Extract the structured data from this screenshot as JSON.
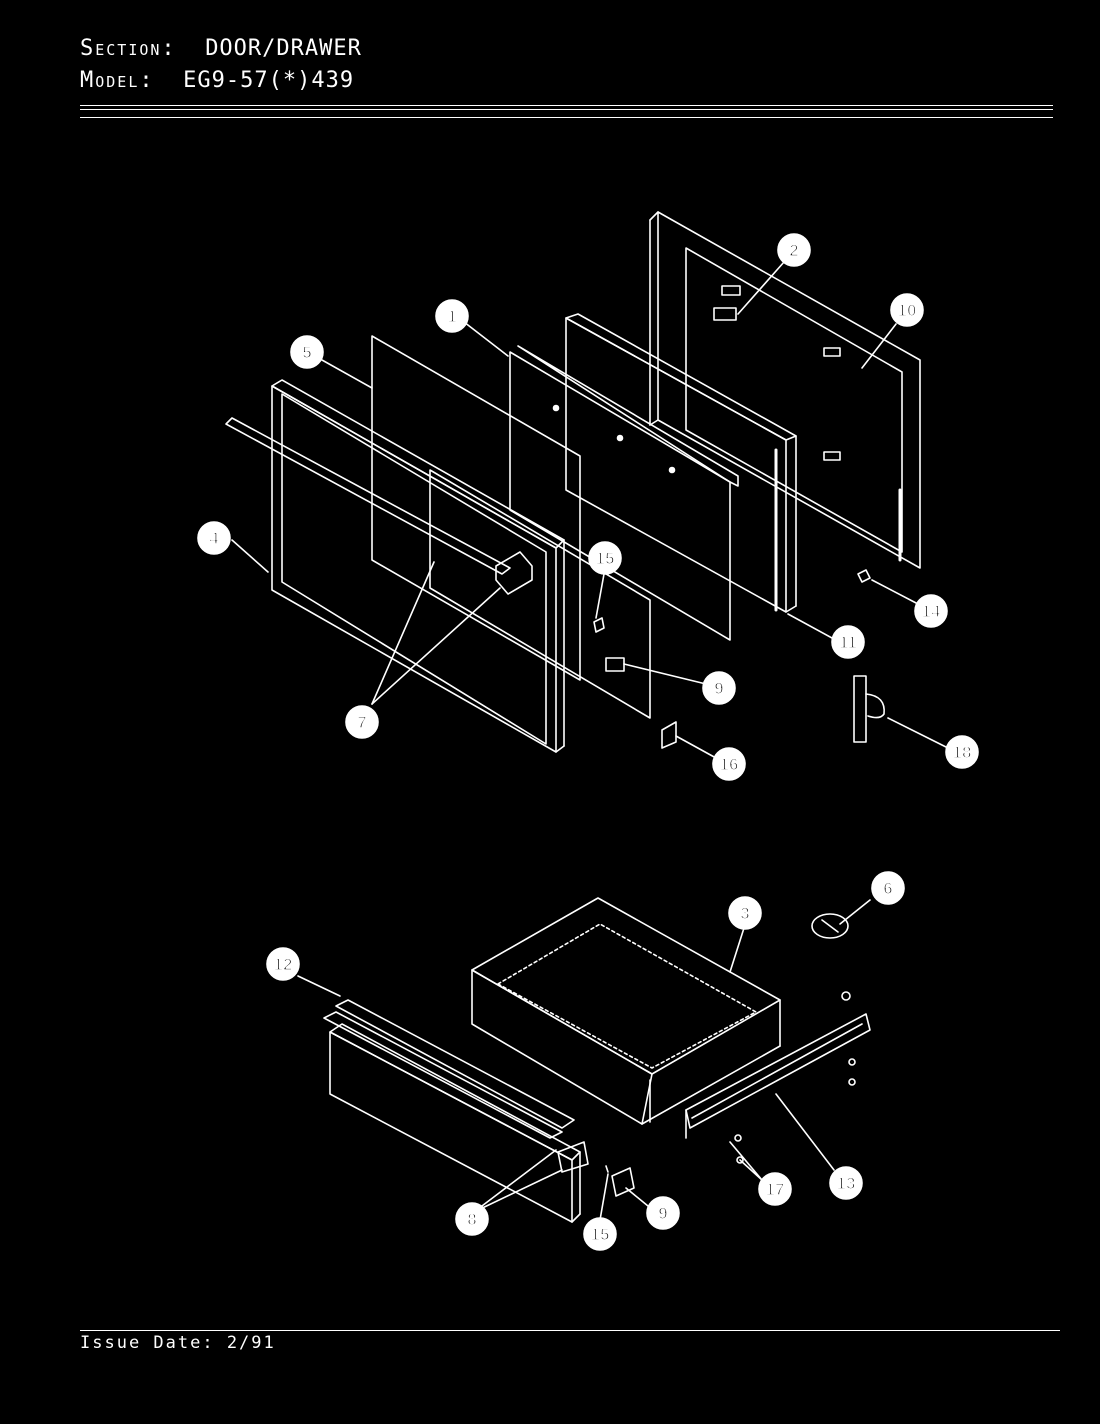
{
  "header": {
    "section_label": "Section:",
    "section_value": "DOOR/DRAWER",
    "model_label": "Model:",
    "model_value": "EG9-57(*)439"
  },
  "footer": {
    "issue_date": "Issue Date: 2/91"
  },
  "callouts": {
    "c1": "1",
    "c2": "2",
    "c3": "3",
    "c4": "4",
    "c5": "5",
    "c6": "6",
    "c7": "7",
    "c8": "8",
    "c9a": "9",
    "c9b": "9",
    "c10": "10",
    "c11": "11",
    "c12": "12",
    "c13": "13",
    "c14": "14",
    "c15a": "15",
    "c15b": "15",
    "c16": "16",
    "c17": "17",
    "c18": "18"
  }
}
